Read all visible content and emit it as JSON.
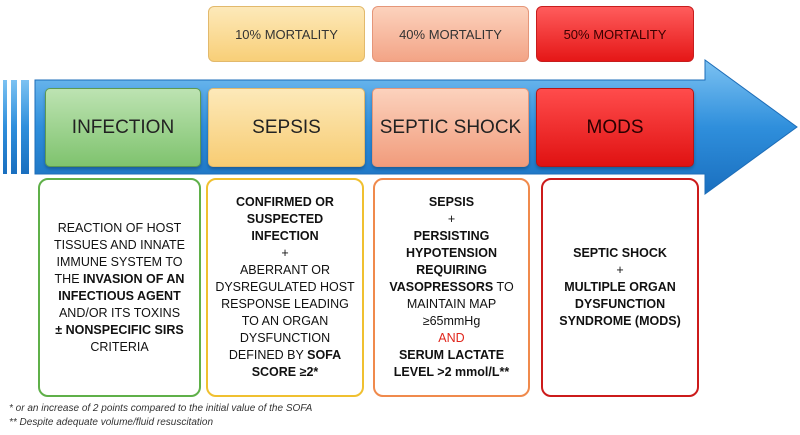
{
  "mortality": [
    "10% MORTALITY",
    "40% MORTALITY",
    "50% MORTALITY"
  ],
  "stages": [
    "INFECTION",
    "SEPSIS",
    "SEPTIC SHOCK",
    "MODS"
  ],
  "infection_desc": {
    "l1": "REACTION OF HOST",
    "l2": "TISSUES AND INNATE",
    "l3": "IMMUNE SYSTEM TO",
    "l4a": "THE ",
    "l4b": "INVASION OF AN",
    "l5": "INFECTIOUS AGENT",
    "l6": "AND/OR ITS TOXINS",
    "l7": "± NONSPECIFIC SIRS",
    "l8": "CRITERIA"
  },
  "sepsis_desc": {
    "l1": "CONFIRMED OR",
    "l2": "SUSPECTED",
    "l3": "INFECTION",
    "l4": "+",
    "l5": "ABERRANT OR",
    "l6": "DYSREGULATED HOST",
    "l7": "RESPONSE LEADING",
    "l8": "TO AN ORGAN",
    "l9": "DYSFUNCTION",
    "l10a": "DEFINED BY ",
    "l10b": "SOFA",
    "l11": "SCORE ≥2*"
  },
  "shock_desc": {
    "l1": "SEPSIS",
    "l2": "+",
    "l3": "PERSISTING",
    "l4": "HYPOTENSION",
    "l5": "REQUIRING",
    "l6a": "VASOPRESSORS",
    "l6b": " TO",
    "l7": "MAINTAIN MAP",
    "l8": "≥65mmHg",
    "l9": "AND",
    "l10": "SERUM LACTATE",
    "l11": "LEVEL >2 mmol/L**"
  },
  "mods_desc": {
    "l1": "SEPTIC SHOCK",
    "l2": "+",
    "l3": "MULTIPLE ORGAN",
    "l4": "DYSFUNCTION",
    "l5": "SYNDROME (MODS)"
  },
  "footnotes": [
    "* or an increase of 2 points compared to the initial value of the SOFA",
    "** Despite adequate volume/fluid resuscitation"
  ],
  "colors": {
    "arrow": "#2f8fdc",
    "infection": "#7fc36e",
    "sepsis": "#f7cc73",
    "septic_shock": "#f19c7c",
    "mods": "#e01212",
    "and_text": "#e0261c"
  }
}
